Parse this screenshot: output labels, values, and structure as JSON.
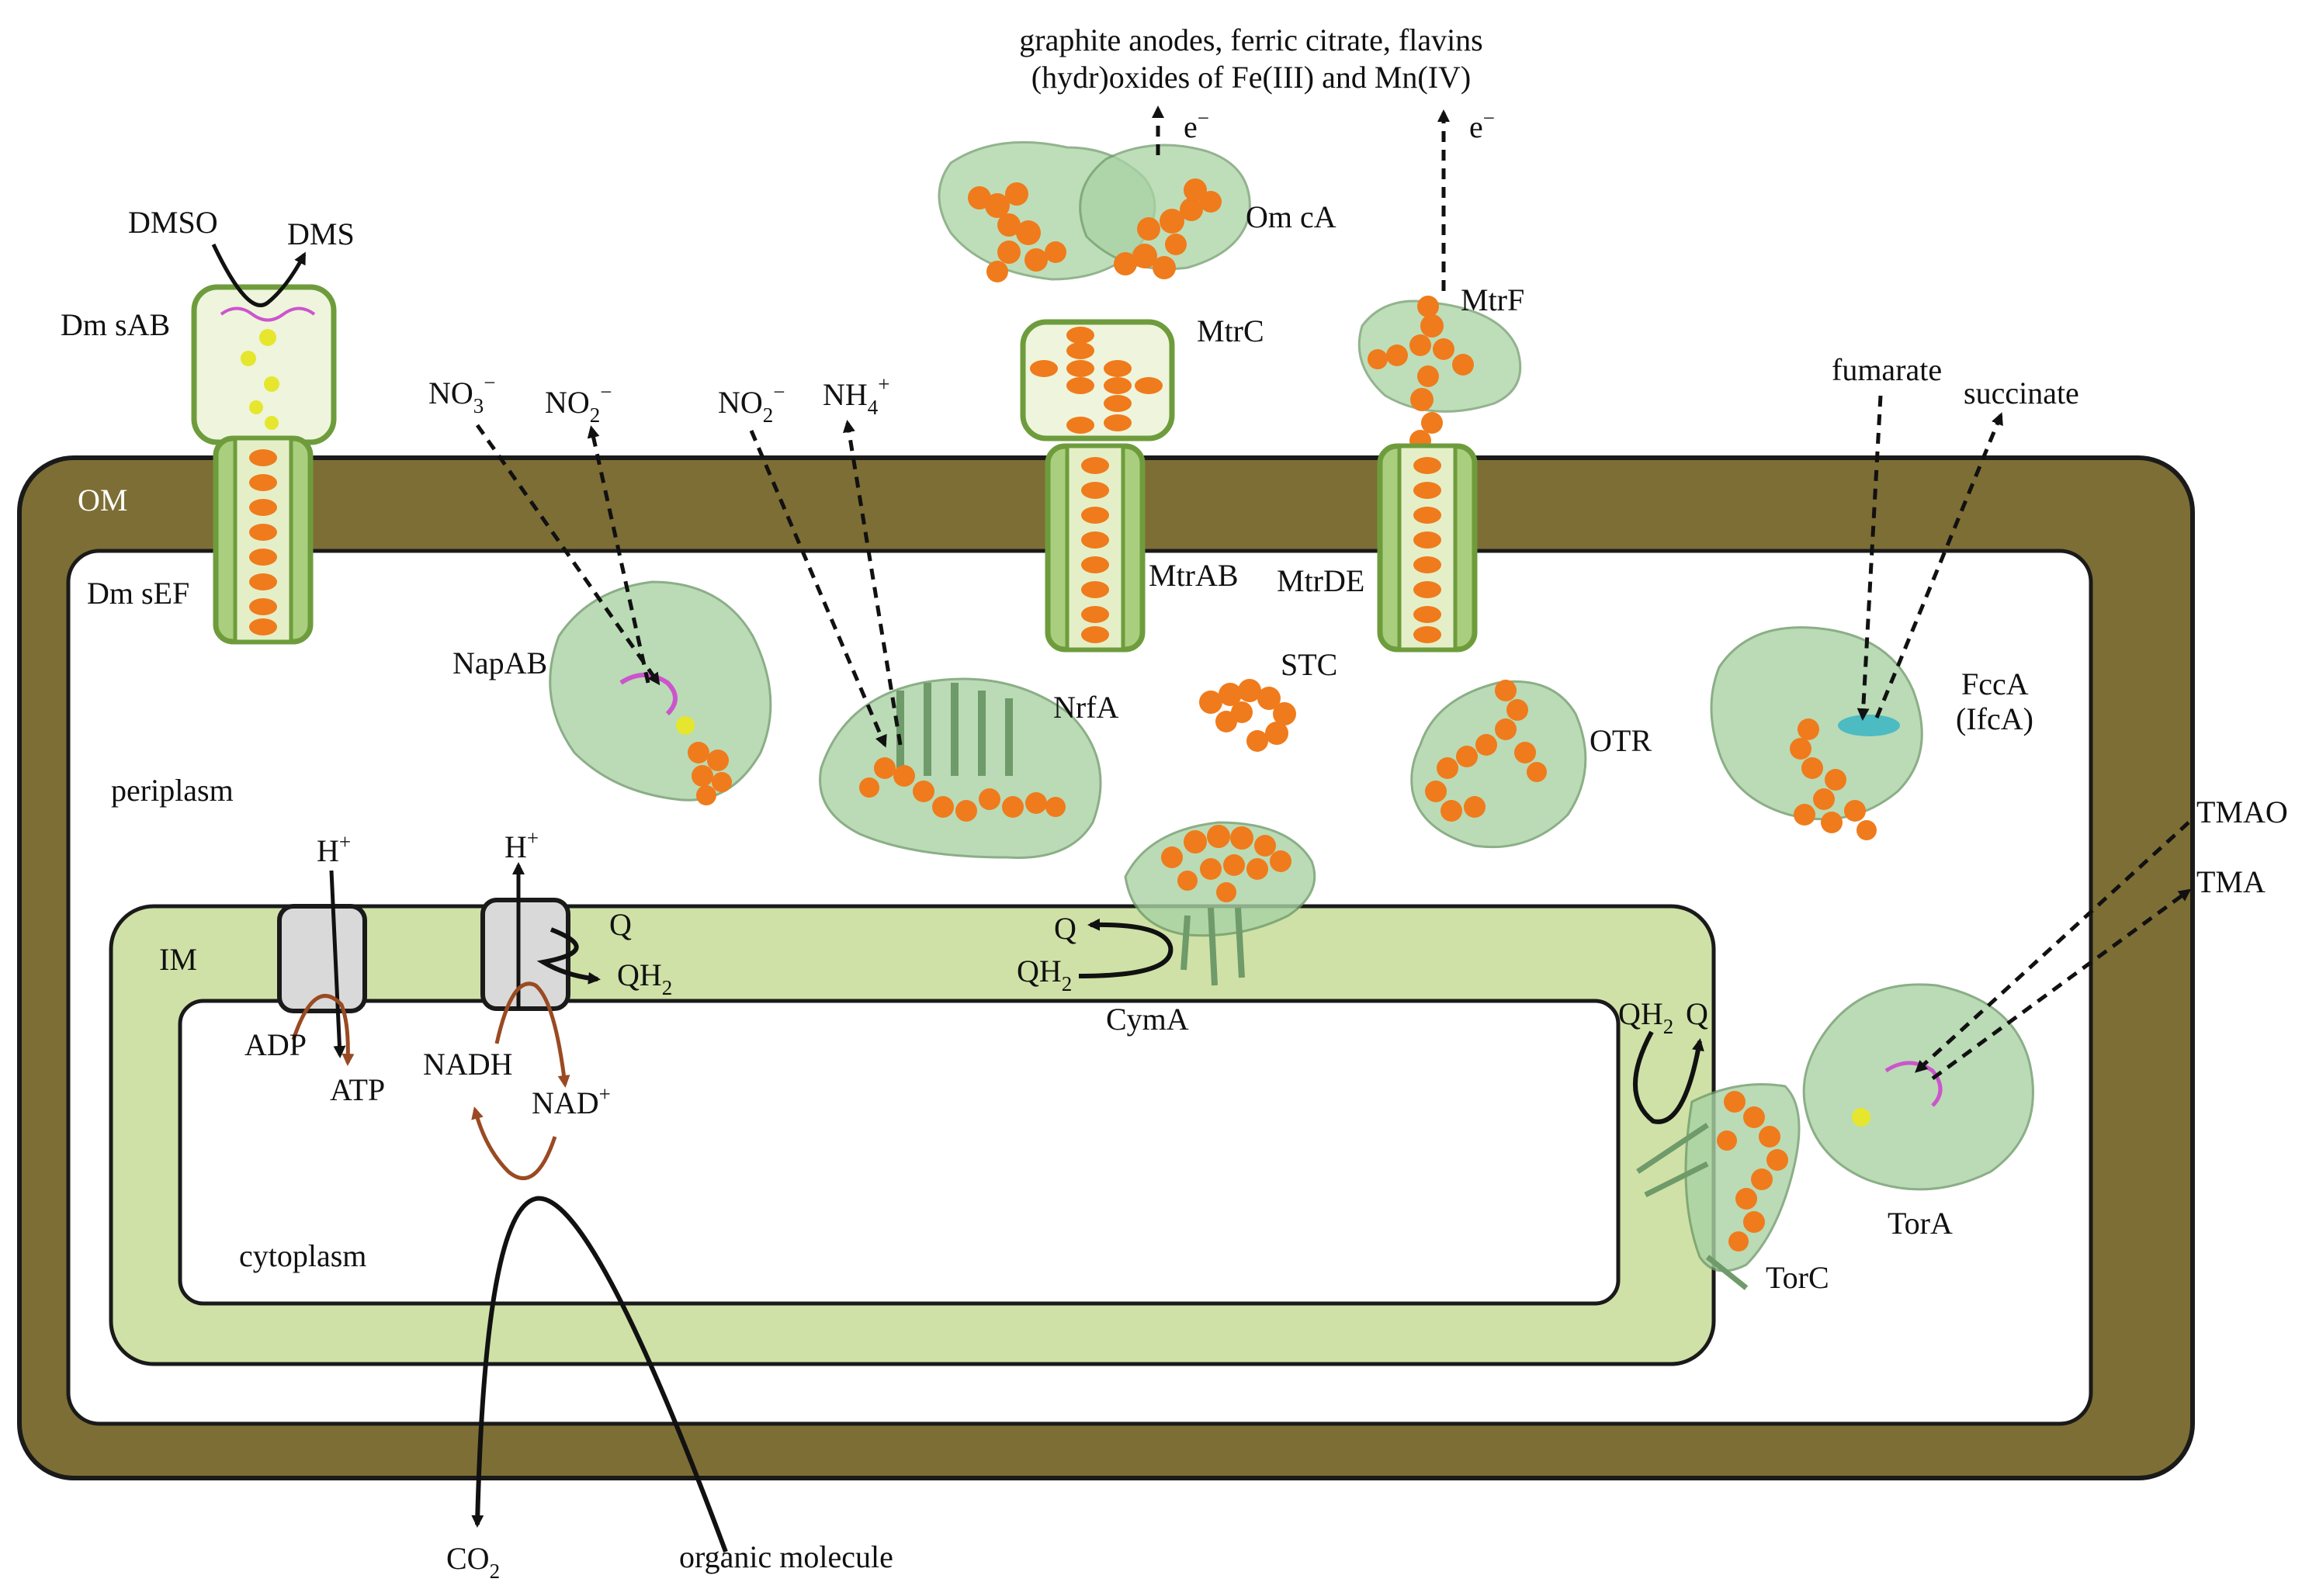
{
  "regions": {
    "om": "OM",
    "periplasm": "periplasm",
    "im": "IM",
    "cytoplasm": "cytoplasm"
  },
  "proteins": {
    "dmsAB": "Dm sAB",
    "dmsEF": "Dm sEF",
    "mtrC": "MtrC",
    "mtrAB": "MtrAB",
    "omcA": "Om cA",
    "mtrF": "MtrF",
    "mtrDE": "MtrDE",
    "napAB": "NapAB",
    "nrfA": "NrfA",
    "stc": "STC",
    "otr": "OTR",
    "fccA_line1": "FccA",
    "fccA_line2": "(IfcA)",
    "cymA": "CymA",
    "torA": "TorA",
    "torC": "TorC"
  },
  "substrates": {
    "dmso": "DMSO",
    "dms": "DMS",
    "no3": "NO",
    "no3_sub": "3",
    "no3_sup": "−",
    "no2a": "NO",
    "no2a_sub": "2",
    "no2a_sup": "−",
    "no2b": "NO",
    "no2b_sub": "2",
    "no2b_sup": "−",
    "nh4": "NH",
    "nh4_sub": "4",
    "nh4_sup": "+",
    "acceptors_line1": "graphite anodes, ferric citrate, flavins",
    "acceptors_line2": "(hydr)oxides of Fe(III) and Mn(IV)",
    "e1": "e",
    "e1_sup": "−",
    "e2": "e",
    "e2_sup": "−",
    "fumarate": "fumarate",
    "succinate": "succinate",
    "tmao": "TMAO",
    "tma": "TMA"
  },
  "membrane": {
    "h1": "H",
    "h1_sup": "+",
    "h2": "H",
    "h2_sup": "+",
    "adp": "ADP",
    "atp": "ATP",
    "nadh": "NADH",
    "nad": "NAD",
    "nad_sup": "+",
    "q1": "Q",
    "qh2_1": "QH",
    "qh2_1_sub": "2",
    "q2": "Q",
    "qh2_2": "QH",
    "qh2_2_sub": "2",
    "qh2_3": "QH",
    "qh2_3_sub": "2",
    "q3": "Q"
  },
  "metabolism": {
    "co2": "CO",
    "co2_sub": "2",
    "organic": "organic molecule"
  },
  "colors": {
    "om_fill": "#7d6e35",
    "om_stroke": "#1a1a1a",
    "im_fill": "#cfe1a6",
    "protein_green": "#a9d3a4",
    "protein_dark": "#6f9a6a",
    "heme_orange": "#ef7b1c",
    "porin_green": "#6e9c3c",
    "box_fill": "#eef5dc",
    "box_stroke": "#6e9c3c",
    "atp_gray": "#d9d9d9",
    "brown_arrow": "#9a4a22",
    "magenta": "#cc55cc",
    "yellow": "#e6e62e",
    "cyan": "#3ab5c4"
  }
}
